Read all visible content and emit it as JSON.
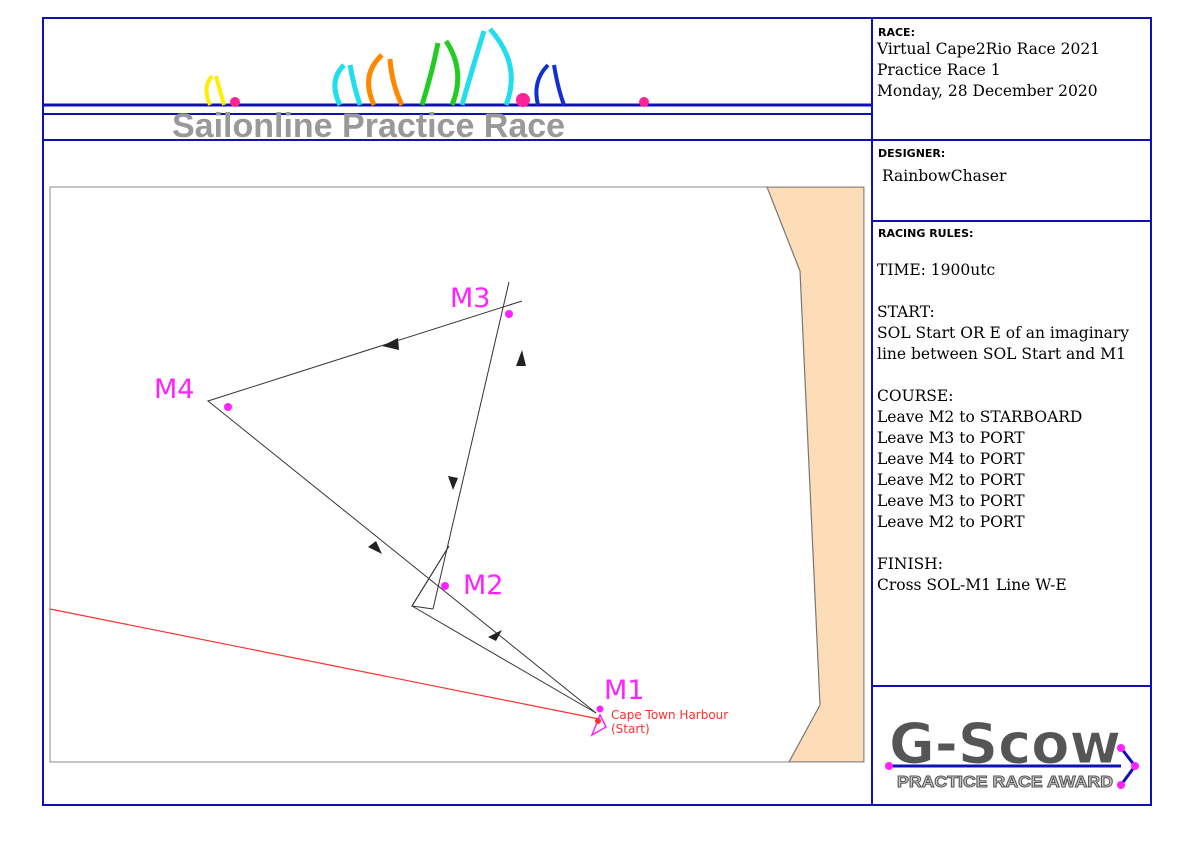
{
  "banner": {
    "title": "Sailonline Practice Race"
  },
  "race": {
    "header": "RACE:",
    "lines": [
      "Virtual Cape2Rio Race 2021",
      "Practice Race  1",
      "Monday, 28 December 2020"
    ]
  },
  "designer": {
    "header": "DESIGNER:",
    "name": "RainbowChaser"
  },
  "rules": {
    "header": "RACING RULES:",
    "time": "TIME: 1900utc",
    "start_title": "START:",
    "start_lines": [
      "SOL Start OR E of an imaginary",
      "line between SOL Start and M1"
    ],
    "course_title": "COURSE:",
    "course_lines": [
      "Leave M2 to STARBOARD",
      "Leave M3 to PORT",
      "Leave M4 to PORT",
      "Leave M2 to PORT",
      "Leave M3 to PORT",
      "Leave M2 to PORT"
    ],
    "finish_title": "FINISH:",
    "finish_line": "Cross SOL-M1 Line W-E"
  },
  "map": {
    "marks": [
      "M1",
      "M2",
      "M3",
      "M4"
    ],
    "start_label_1": "Cape Town Harbour",
    "start_label_2": "(Start)"
  },
  "award": {
    "brand": "G-Scow",
    "subtitle": "PRACTICE RACE AWARD"
  },
  "colors": {
    "border": "#1010b8",
    "mark": "#ff22ff",
    "land": "#fddcb8",
    "start_line": "#ff3030",
    "award_text": "#555555"
  }
}
